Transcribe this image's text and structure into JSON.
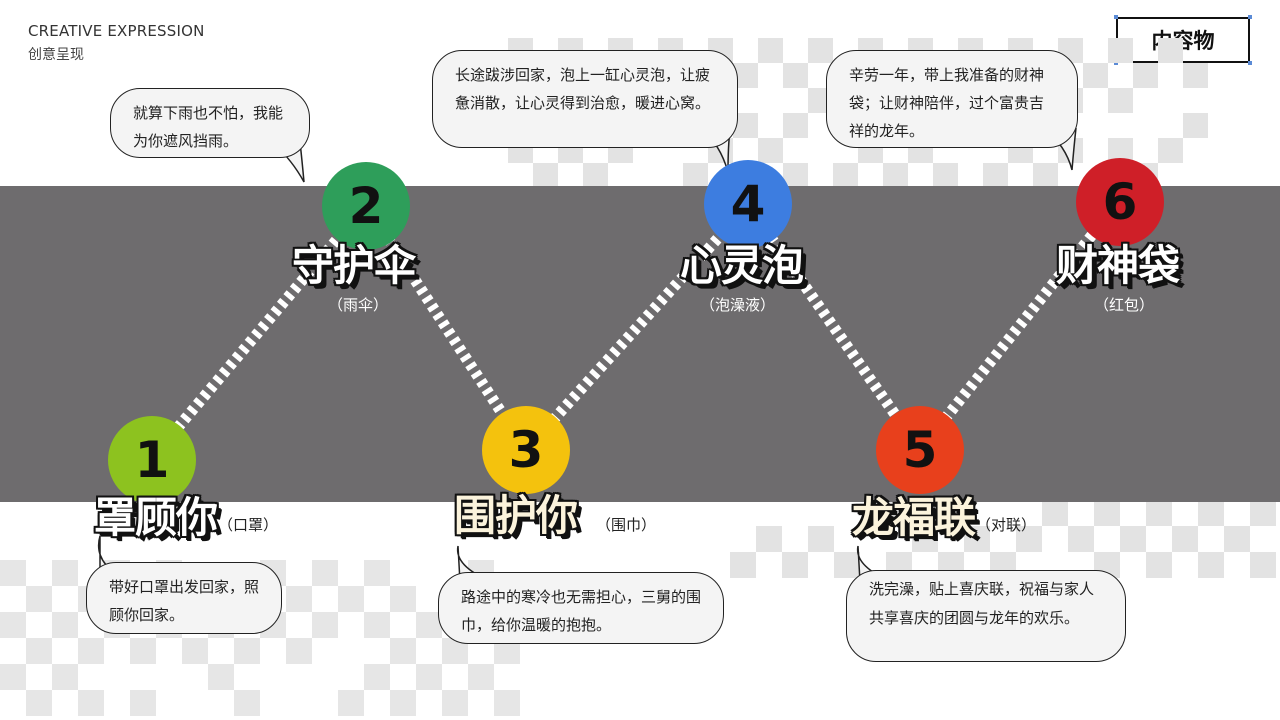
{
  "header": {
    "brand_en": "CREATIVE EXPRESSION",
    "brand_cn": "创意呈现",
    "badge": "内容物"
  },
  "colors": {
    "road": "#6e6c6e",
    "step1": "#8dc21f",
    "step2": "#2e9e5a",
    "step3": "#f4c20d",
    "step4": "#3d7de0",
    "step5": "#e8401c",
    "step6": "#cf1f28"
  },
  "steps": [
    {
      "num": "1",
      "title": "罩顾你",
      "sub": "（口罩）",
      "text": "带好口罩出发回家，照顾你回家。"
    },
    {
      "num": "2",
      "title": "守护伞",
      "sub": "（雨伞）",
      "text": "就算下雨也不怕，我能为你遮风挡雨。"
    },
    {
      "num": "3",
      "title": "围护你",
      "sub": "（围巾）",
      "text": "路途中的寒冷也无需担心，三舅的围巾，给你温暖的抱抱。"
    },
    {
      "num": "4",
      "title": "心灵泡",
      "sub": "（泡澡液）",
      "text": "长途跋涉回家，泡上一缸心灵泡，让疲惫消散，让心灵得到治愈，暖进心窝。"
    },
    {
      "num": "5",
      "title": "龙福联",
      "sub": "（对联）",
      "text": "洗完澡，贴上喜庆联，祝福与家人共享喜庆的团圆与龙年的欢乐。"
    },
    {
      "num": "6",
      "title": "财神袋",
      "sub": "（红包）",
      "text": "辛劳一年，带上我准备的财神袋；让财神陪伴，过个富贵吉祥的龙年。"
    }
  ]
}
